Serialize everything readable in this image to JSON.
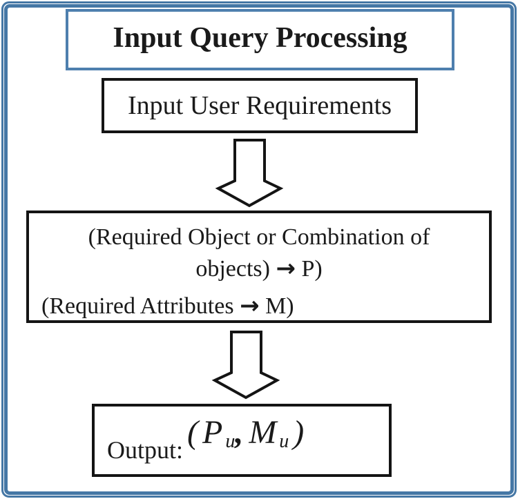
{
  "diagram": {
    "title": "Input Query Processing",
    "step1": "Input User Requirements",
    "mapping_box": {
      "line1": "(Required Object or Combination of",
      "line2_pre": "objects) ",
      "line2_arrow": "→",
      "line2_post": " P)",
      "line3_pre": "(Required Attributes ",
      "line3_arrow": "→",
      "line3_post": " M)"
    },
    "output_box": {
      "label": "Output:",
      "formula": {
        "open": "(",
        "term1": "P",
        "sub1": "u",
        "comma": ",",
        "term2": "M",
        "sub2": "u",
        "close": ")"
      }
    },
    "colors": {
      "frame_blue": "#4577A5",
      "title_border_blue": "#4E7FAE",
      "box_border": "#141414"
    }
  }
}
